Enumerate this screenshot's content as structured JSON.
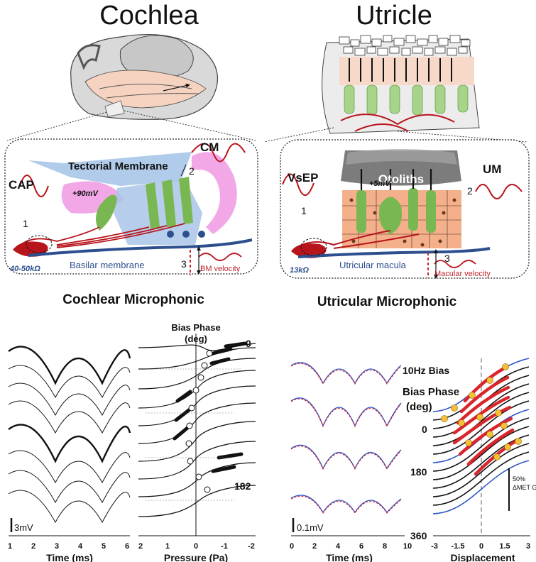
{
  "panels": {
    "cochlea": {
      "title": "Cochlea",
      "labels": {
        "cap": "CAP",
        "cm": "CM",
        "tectorial": "Tectorial Membrane",
        "potential": "+90mV",
        "resistance": "40-50kΩ",
        "basilar": "Basilar membrane",
        "velocity": "BM velocity",
        "n1": "1",
        "n2": "2",
        "n3": "3"
      },
      "subtitle": "Cochlear Microphonic",
      "plot": {
        "bias_title": "Bias Phase",
        "bias_unit": "(deg)",
        "phase_top": "0",
        "phase_bottom": "182",
        "scale_bar": "3mV",
        "time_axis": "Time (ms)",
        "time_ticks": [
          "1",
          "2",
          "3",
          "4",
          "5",
          "6"
        ],
        "pressure_axis": "Pressure (Pa)",
        "pressure_ticks": [
          "2",
          "1",
          "0",
          "-1",
          "-2"
        ]
      }
    },
    "utricle": {
      "title": "Utricle",
      "labels": {
        "vsep": "VsEP",
        "um": "UM",
        "otoliths": "Otoliths",
        "potential": "+5mV",
        "resistance": "13kΩ",
        "macula": "Utricular macula",
        "velocity": "Macular velocity",
        "n1": "1",
        "n2": "2",
        "n3": "3"
      },
      "subtitle": "Utricular Microphonic",
      "plot": {
        "bias_freq": "10Hz Bias",
        "bias_title": "Bias Phase",
        "bias_unit": "(deg)",
        "phase_0": "0",
        "phase_180": "180",
        "phase_360": "360",
        "scale_bar": "0.1mV",
        "gain_bar_1": "50%",
        "gain_bar_2": "ΔMET G",
        "time_axis": "Time (ms)",
        "time_ticks": [
          "0",
          "2",
          "4",
          "6",
          "8",
          "10"
        ],
        "disp_axis": "Displacement",
        "disp_ticks": [
          "-3",
          "-1.5",
          "0",
          "1.5",
          "3"
        ]
      }
    }
  },
  "colors": {
    "tectorial": "#a9c6e8",
    "otoliths": "#7c7c7c",
    "hair_cell": "#79b752",
    "nerve": "#b8141b",
    "basilar": "#2d4f8e",
    "support": "#f2a8e6",
    "macula": "#f3b08a",
    "fit_red": "#d8262c",
    "fit_blue": "#2f55c7",
    "marker": "#f5c033"
  }
}
